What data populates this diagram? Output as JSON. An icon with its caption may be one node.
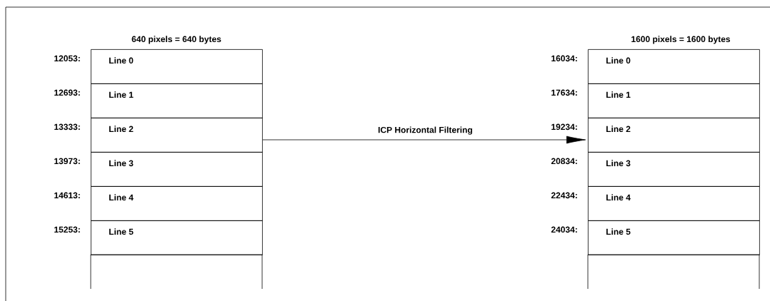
{
  "diagram": {
    "nodes": [
      {
        "text": [
          "Line 0"
        ],
        "beside": [
          "12053:"
        ]
      },
      {
        "text": [
          "Line 1"
        ],
        "beside": [
          "12693:"
        ]
      },
      {
        "text": [
          "Line 2"
        ],
        "beside": [
          "13333:"
        ]
      },
      {
        "text": [
          "Line 3"
        ],
        "beside": [
          "13973:"
        ]
      },
      {
        "text": [
          "Line 4"
        ],
        "beside": [
          "14613:"
        ]
      },
      {
        "text": [
          "Line 5"
        ],
        "beside": [
          "15253:"
        ]
      },
      {
        "text": [],
        "shape": "box"
      },
      {
        "text": [
          "Line 0"
        ],
        "beside": [
          "16034:"
        ]
      },
      {
        "text": [
          "Line 1"
        ],
        "beside": [
          "17634:"
        ]
      },
      {
        "text": [
          "Line 2"
        ],
        "beside": [
          "19234:"
        ]
      },
      {
        "text": [
          "Line 3"
        ],
        "beside": [
          "20834:"
        ]
      },
      {
        "text": [
          "Line 4"
        ],
        "beside": [
          "22434:"
        ]
      },
      {
        "text": [
          "Line 5"
        ],
        "beside": [
          "24034:"
        ]
      },
      {
        "text": [],
        "shape": "box"
      }
    ],
    "edges": [
      {
        "from": 2,
        "to": 9,
        "arrow": "to",
        "label": "ICP Horizontal Filtering"
      }
    ],
    "labels": [
      "640 pixels = 640 bytes",
      "1600 pixels = 1600 bytes"
    ]
  }
}
